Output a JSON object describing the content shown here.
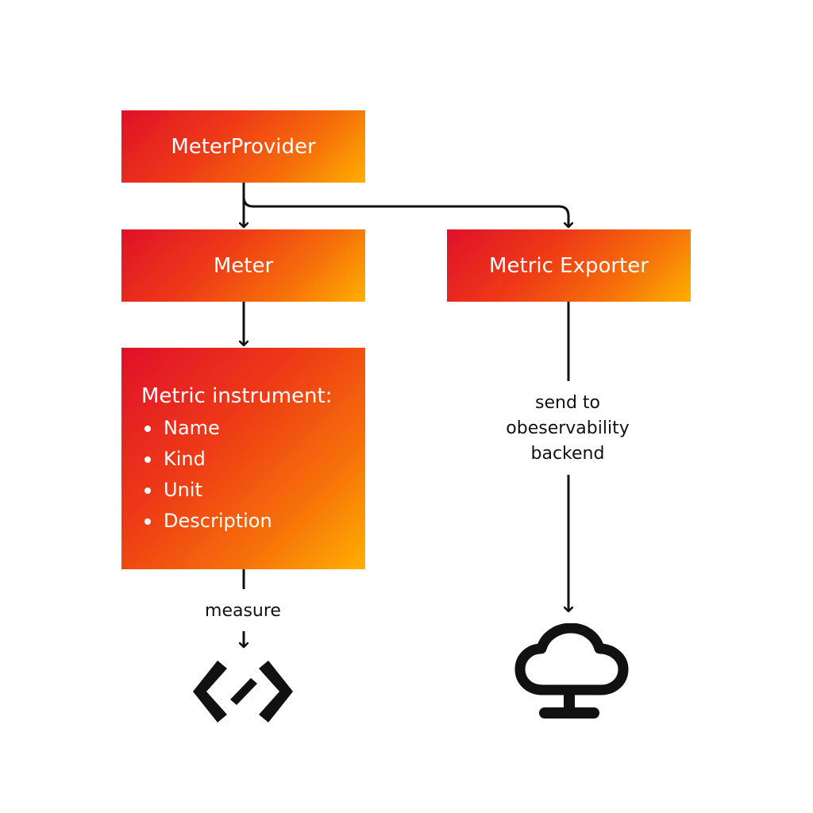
{
  "nodes": {
    "meter_provider": "MeterProvider",
    "meter": "Meter",
    "metric_exporter": "Metric Exporter",
    "metric_instrument": {
      "title": "Metric instrument:",
      "attributes": [
        "Name",
        "Kind",
        "Unit",
        "Description"
      ]
    }
  },
  "edges": {
    "measure": "measure",
    "send_to_backend": "send to obeservability backend"
  },
  "icons": {
    "code": "code-icon",
    "cloud": "cloud-network-icon"
  },
  "colors": {
    "gradient_start": "#e0102a",
    "gradient_mid": "#f6700a",
    "gradient_end": "#ffb000",
    "line": "#111111"
  }
}
